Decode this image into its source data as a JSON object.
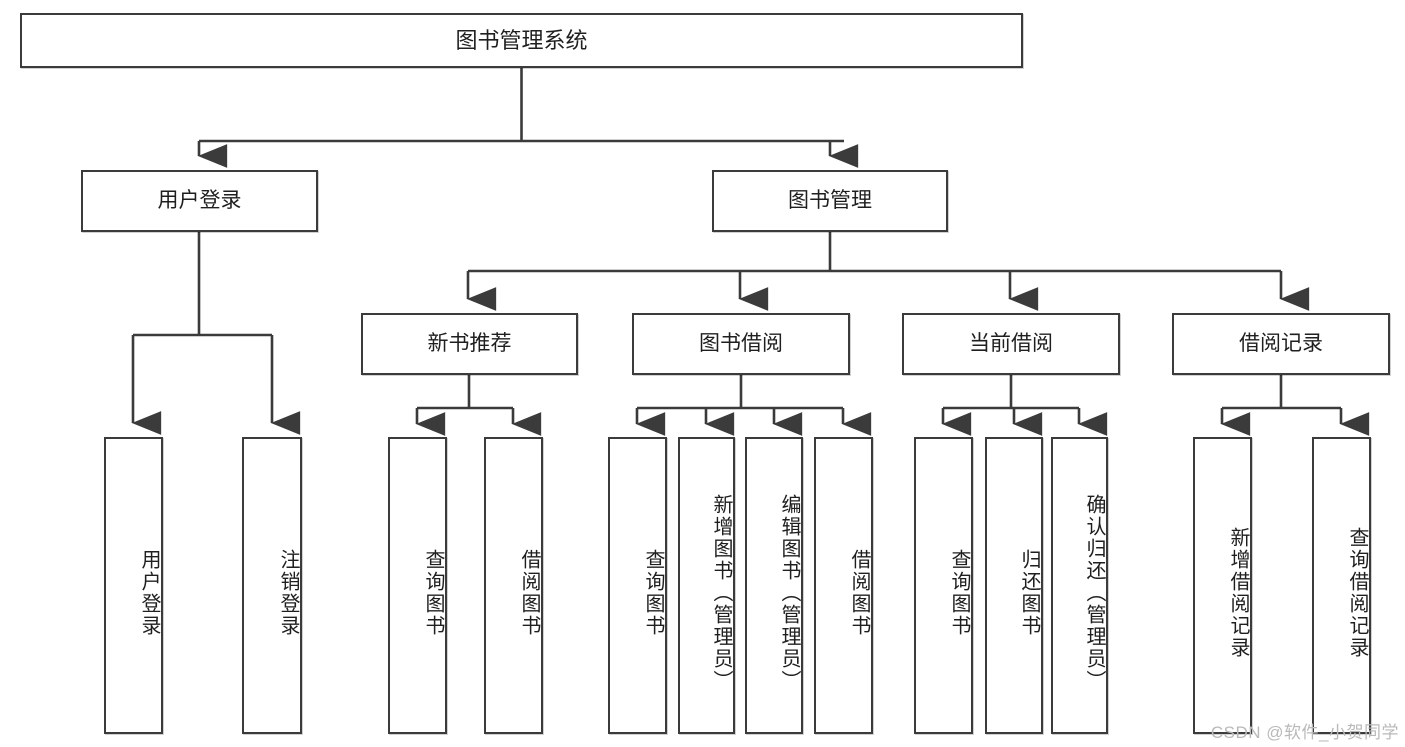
{
  "diagram": {
    "title": "图书管理系统",
    "type": "tree-hierarchy-chart",
    "background_color": "#ffffff",
    "line_color": "#3b3b3b",
    "text_color": "#1f1f1f",
    "watermark": "CSDN @软件_小贺同学"
  },
  "nodes": {
    "root": {
      "label": "图书管理系统"
    },
    "level1": [
      {
        "label": "用户登录"
      },
      {
        "label": "图书管理"
      }
    ],
    "level2": [
      {
        "label": "新书推荐"
      },
      {
        "label": "图书借阅"
      },
      {
        "label": "当前借阅"
      },
      {
        "label": "借阅记录"
      }
    ],
    "leaves": {
      "user_login": [
        {
          "label": "用户登录"
        },
        {
          "label": "注销登录"
        }
      ],
      "new_book_recommend": [
        {
          "label": "查询图书"
        },
        {
          "label": "借阅图书"
        }
      ],
      "book_borrow": [
        {
          "label": "查询图书"
        },
        {
          "label": "新增图书（管理员）"
        },
        {
          "label": "编辑图书（管理员）"
        },
        {
          "label": "借阅图书"
        }
      ],
      "current_borrow": [
        {
          "label": "查询图书"
        },
        {
          "label": "归还图书"
        },
        {
          "label": "确认归还（管理员）"
        }
      ],
      "borrow_record": [
        {
          "label": "新增借阅记录"
        },
        {
          "label": "查询借阅记录"
        }
      ]
    }
  }
}
